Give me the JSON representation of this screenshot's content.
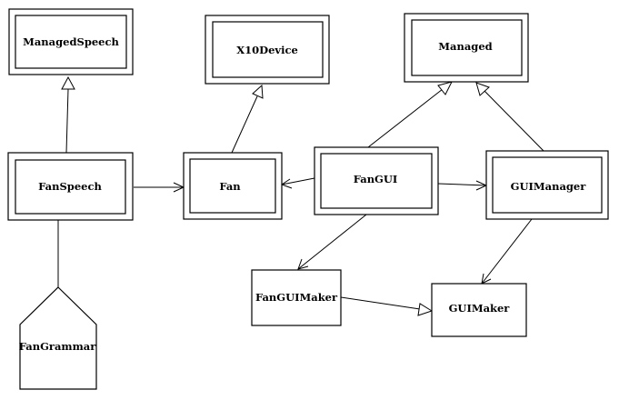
{
  "diagram": {
    "nodes": {
      "managed_speech": "ManagedSpeech",
      "x10_device": "X10Device",
      "managed": "Managed",
      "fan_speech": "FanSpeech",
      "fan": "Fan",
      "fan_gui": "FanGUI",
      "gui_manager": "GUIManager",
      "fan_gui_maker": "FanGUIMaker",
      "gui_maker": "GUIMaker",
      "fan_grammar": "FanGrammar"
    },
    "relationships": [
      {
        "from": "FanSpeech",
        "to": "ManagedSpeech",
        "kind": "inheritance"
      },
      {
        "from": "Fan",
        "to": "X10Device",
        "kind": "inheritance"
      },
      {
        "from": "FanGUI",
        "to": "Managed",
        "kind": "inheritance"
      },
      {
        "from": "GUIManager",
        "to": "Managed",
        "kind": "inheritance"
      },
      {
        "from": "FanSpeech",
        "to": "Fan",
        "kind": "association"
      },
      {
        "from": "FanGUI",
        "to": "Fan",
        "kind": "association"
      },
      {
        "from": "FanGUI",
        "to": "GUIManager",
        "kind": "association"
      },
      {
        "from": "FanGUI",
        "to": "FanGUIMaker",
        "kind": "association"
      },
      {
        "from": "GUIManager",
        "to": "GUIMaker",
        "kind": "association"
      },
      {
        "from": "FanGUIMaker",
        "to": "GUIMaker",
        "kind": "inheritance"
      },
      {
        "from": "FanGrammar",
        "to": "FanSpeech",
        "kind": "link"
      }
    ]
  }
}
